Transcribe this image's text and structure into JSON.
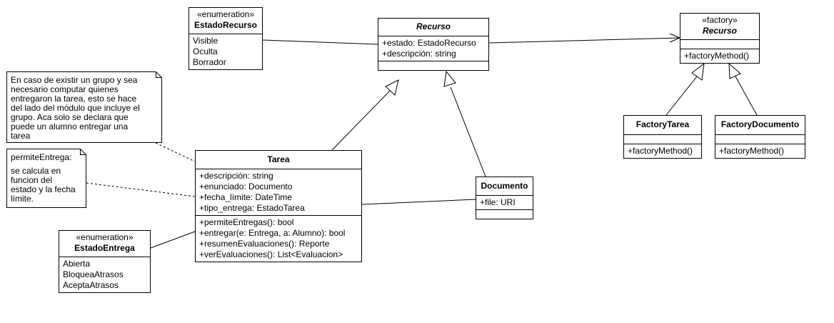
{
  "classes": {
    "estado_recurso": {
      "stereotype": "«enumeration»",
      "name": "EstadoRecurso",
      "values": [
        "Visible",
        "Oculta",
        "Borrador"
      ]
    },
    "recurso": {
      "name": "Recurso",
      "attributes": [
        "+estado: EstadoRecurso",
        "+descripción: string"
      ]
    },
    "factory_recurso": {
      "stereotype": "«factory»",
      "name": "Recurso",
      "operations": [
        "+factoryMethod()"
      ]
    },
    "factory_tarea": {
      "name": "FactoryTarea",
      "operations": [
        "+factoryMethod()"
      ]
    },
    "factory_documento": {
      "name": "FactoryDocumento",
      "operations": [
        "+factoryMethod()"
      ]
    },
    "tarea": {
      "name": "Tarea",
      "attributes": [
        "+descripción: string",
        "+enunciado: Documento",
        "+fecha_límite: DateTime",
        "+tipo_entrega: EstadoTarea"
      ],
      "operations": [
        "+permiteEntregas(): bool",
        "+entregar(e: Entrega, a: Alumno): bool",
        "+resumenEvaluaciones(): Reporte",
        "+verEvaluaciones(): List<Evaluacion>"
      ]
    },
    "documento": {
      "name": "Documento",
      "attributes": [
        "+file: URI"
      ]
    },
    "estado_entrega": {
      "stereotype": "«enumeration»",
      "name": "EstadoEntrega",
      "values": [
        "Abierta",
        "BloqueaAtrasos",
        "AceptaAtrasos"
      ]
    }
  },
  "notes": {
    "grupo": [
      "En caso de existir un grupo y sea",
      "necesario computar quienes",
      "entregaron la tarea, esto se hace",
      "del lado del módulo que incluye el",
      "grupo. Aca solo se declara que",
      "puede un alumno entregar una",
      "tarea"
    ],
    "permite": [
      "permiteEntrega:",
      "se calcula en",
      "funcion del",
      "estado y la fecha",
      "límite."
    ]
  }
}
